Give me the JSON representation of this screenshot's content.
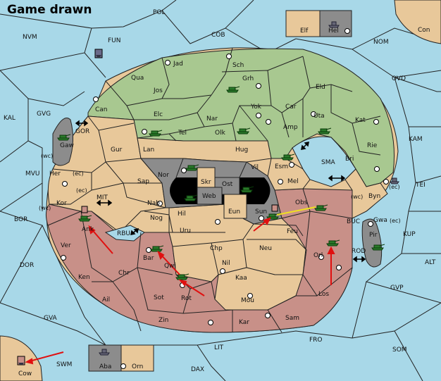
{
  "title": "Game drawn",
  "colors": {
    "sea": "#a8d8e8",
    "neutral": "#e8c89a",
    "green": "#a8c890",
    "red": "#c89088",
    "grey": "#8c8c8c",
    "border": "#222222",
    "arrow_red": "#e01010",
    "arrow_yellow": "#f0e020"
  },
  "territories": [
    {
      "id": "POL",
      "label": "POL"
    },
    {
      "id": "NVM",
      "label": "NVM"
    },
    {
      "id": "FUN",
      "label": "FUN"
    },
    {
      "id": "COB",
      "label": "COB"
    },
    {
      "id": "NOM",
      "label": "NOM"
    },
    {
      "id": "Con",
      "label": "Con"
    },
    {
      "id": "Elf",
      "label": "Elf"
    },
    {
      "id": "Hel",
      "label": "Hel"
    },
    {
      "id": "OVD",
      "label": "OVD"
    },
    {
      "id": "KAL",
      "label": "KAL"
    },
    {
      "id": "GVG",
      "label": "GVG"
    },
    {
      "id": "GOR",
      "label": "GOR"
    },
    {
      "id": "Gaw",
      "label": "Gaw"
    },
    {
      "id": "Jad",
      "label": "Jad"
    },
    {
      "id": "Sch",
      "label": "Sch"
    },
    {
      "id": "Qua",
      "label": "Qua"
    },
    {
      "id": "Jos",
      "label": "Jos"
    },
    {
      "id": "Grh",
      "label": "Grh"
    },
    {
      "id": "Eld",
      "label": "Eld"
    },
    {
      "id": "Can",
      "label": "Can"
    },
    {
      "id": "Elc",
      "label": "Elc"
    },
    {
      "id": "Nar",
      "label": "Nar"
    },
    {
      "id": "Yok",
      "label": "Yok"
    },
    {
      "id": "Car",
      "label": "Car"
    },
    {
      "id": "Uta",
      "label": "Uta"
    },
    {
      "id": "Kat",
      "label": "Kat"
    },
    {
      "id": "KAM",
      "label": "KAM"
    },
    {
      "id": "Tel",
      "label": "Tel"
    },
    {
      "id": "Olk",
      "label": "Olk"
    },
    {
      "id": "Amp",
      "label": "Amp"
    },
    {
      "id": "Rie",
      "label": "Rie"
    },
    {
      "id": "Gur",
      "label": "Gur"
    },
    {
      "id": "Lan",
      "label": "Lan"
    },
    {
      "id": "Hug",
      "label": "Hug"
    },
    {
      "id": "Bri",
      "label": "Bri"
    },
    {
      "id": "SMA",
      "label": "SMA"
    },
    {
      "id": "MVU",
      "label": "MVU"
    },
    {
      "id": "Her",
      "label": "Her"
    },
    {
      "id": "Nor",
      "label": "Nor"
    },
    {
      "id": "Skr",
      "label": "Skr"
    },
    {
      "id": "Esm",
      "label": "Esm"
    },
    {
      "id": "Vil",
      "label": "Vil"
    },
    {
      "id": "TEI",
      "label": "TEI"
    },
    {
      "id": "Byn",
      "label": "Byn"
    },
    {
      "id": "Kor",
      "label": "Kor"
    },
    {
      "id": "Sap",
      "label": "Sap"
    },
    {
      "id": "Ost",
      "label": "Ost"
    },
    {
      "id": "Mel",
      "label": "Mel"
    },
    {
      "id": "MIT",
      "label": "MIT"
    },
    {
      "id": "Web",
      "label": "Web"
    },
    {
      "id": "Obs",
      "label": "Obs"
    },
    {
      "id": "Nab",
      "label": "Nab"
    },
    {
      "id": "Eun",
      "label": "Eun"
    },
    {
      "id": "Sun",
      "label": "Sun"
    },
    {
      "id": "BOR",
      "label": "BOR"
    },
    {
      "id": "Ank",
      "label": "Ank"
    },
    {
      "id": "Hil",
      "label": "Hil"
    },
    {
      "id": "Gwa",
      "label": "Gwa"
    },
    {
      "id": "KUP",
      "label": "KUP"
    },
    {
      "id": "RBU",
      "label": "RBU"
    },
    {
      "id": "Nog",
      "label": "Nog"
    },
    {
      "id": "Uru",
      "label": "Uru"
    },
    {
      "id": "Feu",
      "label": "Feu"
    },
    {
      "id": "BUC",
      "label": "BUC"
    },
    {
      "id": "Pir",
      "label": "Pir"
    },
    {
      "id": "Ver",
      "label": "Ver"
    },
    {
      "id": "Chp",
      "label": "Chp"
    },
    {
      "id": "Neu",
      "label": "Neu"
    },
    {
      "id": "Orl",
      "label": "Orl"
    },
    {
      "id": "Bar",
      "label": "Bar"
    },
    {
      "id": "Qwi",
      "label": "Qwi"
    },
    {
      "id": "Nil",
      "label": "Nil"
    },
    {
      "id": "ROD",
      "label": "ROD"
    },
    {
      "id": "ALT",
      "label": "ALT"
    },
    {
      "id": "DOR",
      "label": "DOR"
    },
    {
      "id": "Ken",
      "label": "Ken"
    },
    {
      "id": "Chr",
      "label": "Chr"
    },
    {
      "id": "Kaa",
      "label": "Kaa"
    },
    {
      "id": "Ail",
      "label": "Ail"
    },
    {
      "id": "Sot",
      "label": "Sot"
    },
    {
      "id": "Rot",
      "label": "Rot"
    },
    {
      "id": "Mou",
      "label": "Mou"
    },
    {
      "id": "Los",
      "label": "Los"
    },
    {
      "id": "GVP",
      "label": "GVP"
    },
    {
      "id": "GVA",
      "label": "GVA"
    },
    {
      "id": "Zin",
      "label": "Zin"
    },
    {
      "id": "Kar",
      "label": "Kar"
    },
    {
      "id": "Sam",
      "label": "Sam"
    },
    {
      "id": "FRO",
      "label": "FRO"
    },
    {
      "id": "LIT",
      "label": "LIT"
    },
    {
      "id": "SOM",
      "label": "SOM"
    },
    {
      "id": "SWM",
      "label": "SWM"
    },
    {
      "id": "Aba",
      "label": "Aba"
    },
    {
      "id": "Orn",
      "label": "Orn"
    },
    {
      "id": "DAX",
      "label": "DAX"
    },
    {
      "id": "Cow",
      "label": "Cow"
    }
  ],
  "coast_labels": [
    {
      "id": "her-wc",
      "label": "(wc)"
    },
    {
      "id": "her-ec",
      "label": "(ec)"
    },
    {
      "id": "kor-ec",
      "label": "(ec)"
    },
    {
      "id": "kor-wc",
      "label": "(wc)"
    },
    {
      "id": "tei-ec",
      "label": "(ec)"
    },
    {
      "id": "byn-wc",
      "label": "(wc)"
    },
    {
      "id": "gwa-ec",
      "label": "(ec)"
    }
  ]
}
